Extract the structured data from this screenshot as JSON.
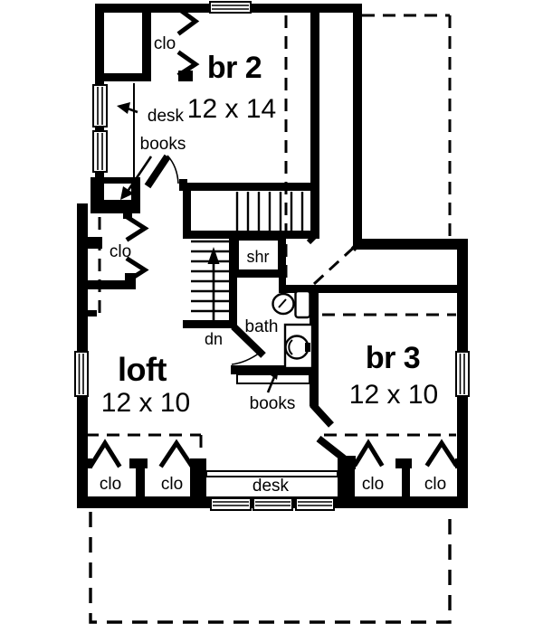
{
  "floor_plan": {
    "rooms": {
      "br2": {
        "name": "br 2",
        "size": "12 x 14"
      },
      "br3": {
        "name": "br 3",
        "size": "12 x 10"
      },
      "loft": {
        "name": "loft",
        "size": "12 x 10"
      },
      "bath": {
        "name": "bath"
      },
      "shower": {
        "name": "shr"
      }
    },
    "labels": {
      "closet": "clo",
      "desk": "desk",
      "books": "books",
      "stairs_down": "dn"
    },
    "colors": {
      "ink": "#000000",
      "paper": "#ffffff"
    }
  }
}
